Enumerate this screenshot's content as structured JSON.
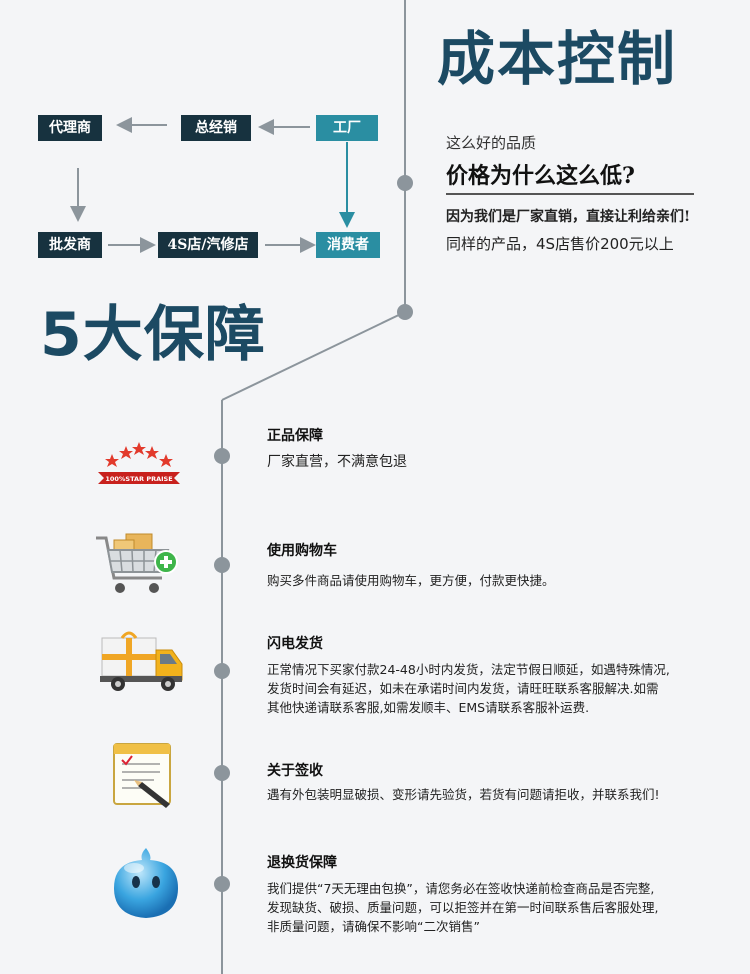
{
  "cost_control": {
    "title": "成本控制",
    "flow": {
      "agent": "代理商",
      "general_distributor": "总经销",
      "factory": "工厂",
      "wholesaler": "批发商",
      "store": "4S店/汽修店",
      "consumer": "消费者"
    },
    "text": {
      "line1": "这么好的品质",
      "line2": "价格为什么这么低?",
      "line3": "因为我们是厂家直销，直接让利给亲们!",
      "line4": "同样的产品，4S店售价200元以上"
    }
  },
  "guarantees": {
    "title": "5大保障",
    "items": [
      {
        "icon": "star-badge-icon",
        "badge_text": "100%STAR PRAISE",
        "heading": "正品保障",
        "lines": [
          "厂家直营，不满意包退"
        ]
      },
      {
        "icon": "shopping-cart-icon",
        "heading": "使用购物车",
        "lines": [
          "购买多件商品请使用购物车，更方便，付款更快捷。"
        ]
      },
      {
        "icon": "delivery-truck-icon",
        "heading": "闪电发货",
        "lines": [
          "正常情况下买家付款24-48小时内发货，法定节假日顺延，如遇特殊情况,",
          "发货时间会有延迟，如未在承诺时间内发货，请旺旺联系客服解决.如需",
          "其他快递请联系客服,如需发顺丰、EMS请联系客服补运费."
        ]
      },
      {
        "icon": "sign-document-icon",
        "heading": "关于签收",
        "lines": [
          "遇有外包装明显破损、变形请先验货，若货有问题请拒收，并联系我们!"
        ]
      },
      {
        "icon": "chat-bubble-icon",
        "heading": "退换货保障",
        "lines": [
          "我们提供“7天无理由包换”，请您务必在签收快递前检查商品是否完整,",
          "发现缺货、破损、质量问题，可以拒签并在第一时间联系售后客服处理,",
          "非质量问题，请确保不影响“二次销售”"
        ]
      }
    ]
  },
  "colors": {
    "title": "#1c4a63",
    "dark_box": "#17323f",
    "teal_box": "#2a8ea2",
    "timeline": "#8c959c"
  }
}
